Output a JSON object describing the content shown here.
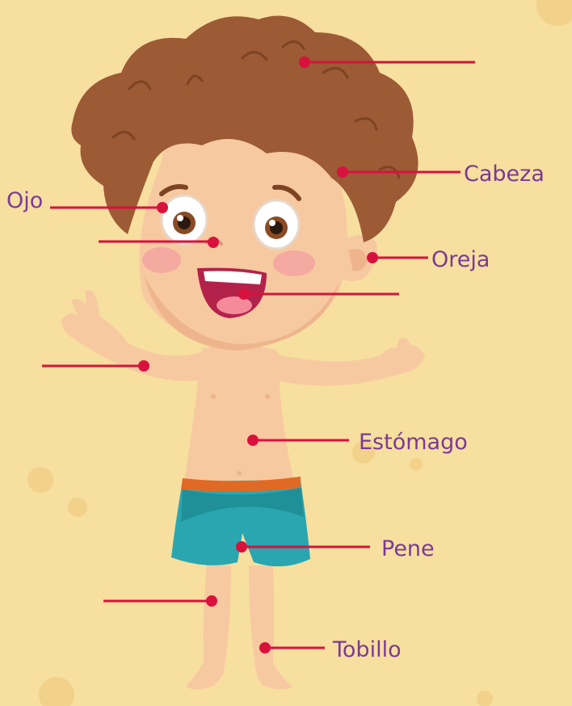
{
  "colors": {
    "background": "#f7df9f",
    "spot": "#f2d18a",
    "hair": "#9c5a35",
    "hair_line": "#7c4324",
    "skin": "#f7c9a1",
    "skin_shade": "#eeb58d",
    "cheek": "#f4a9a1",
    "shorts": "#2aa6b0",
    "shorts_shade": "#1f8f98",
    "waistband": "#e06a25",
    "leader": "#d8123d",
    "label_text": "#7a3a96"
  },
  "labels": {
    "head": "Cabeza",
    "eye": "Ojo",
    "ear": "Oreja",
    "stomach": "Estómago",
    "penis": "Pene",
    "ankle": "Tobillo"
  }
}
